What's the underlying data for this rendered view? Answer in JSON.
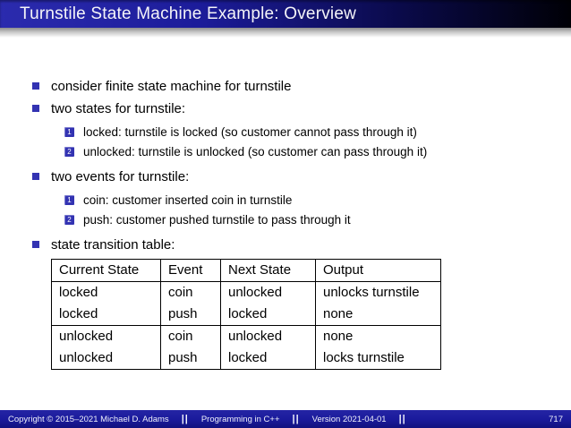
{
  "title": "Turnstile State Machine Example: Overview",
  "content": {
    "bullet1": "consider finite state machine for turnstile",
    "bullet2": "two states for turnstile:",
    "states": [
      {
        "num": "1",
        "text": "locked: turnstile is locked (so customer cannot pass through it)"
      },
      {
        "num": "2",
        "text": "unlocked: turnstile is unlocked (so customer can pass through it)"
      }
    ],
    "bullet3": "two events for turnstile:",
    "events": [
      {
        "num": "1",
        "text": "coin: customer inserted coin in turnstile"
      },
      {
        "num": "2",
        "text": "push: customer pushed turnstile to pass through it"
      }
    ],
    "bullet4": "state transition table:"
  },
  "table": {
    "headers": [
      "Current State",
      "Event",
      "Next State",
      "Output"
    ],
    "groups": [
      [
        [
          "locked",
          "coin",
          "unlocked",
          "unlocks turnstile"
        ],
        [
          "locked",
          "push",
          "locked",
          "none"
        ]
      ],
      [
        [
          "unlocked",
          "coin",
          "unlocked",
          "none"
        ],
        [
          "unlocked",
          "push",
          "locked",
          "locks turnstile"
        ]
      ]
    ]
  },
  "footer": {
    "copyright": "Copyright © 2015–2021 Michael D. Adams",
    "course": "Programming in C++",
    "version": "Version 2021-04-01",
    "separator": "||",
    "page": "717"
  },
  "colors": {
    "structure_blue": "#3333b2",
    "titlebar_left": "#2b2bae",
    "titlebar_right": "#000006",
    "footer_bg": "#1b1b9c"
  }
}
